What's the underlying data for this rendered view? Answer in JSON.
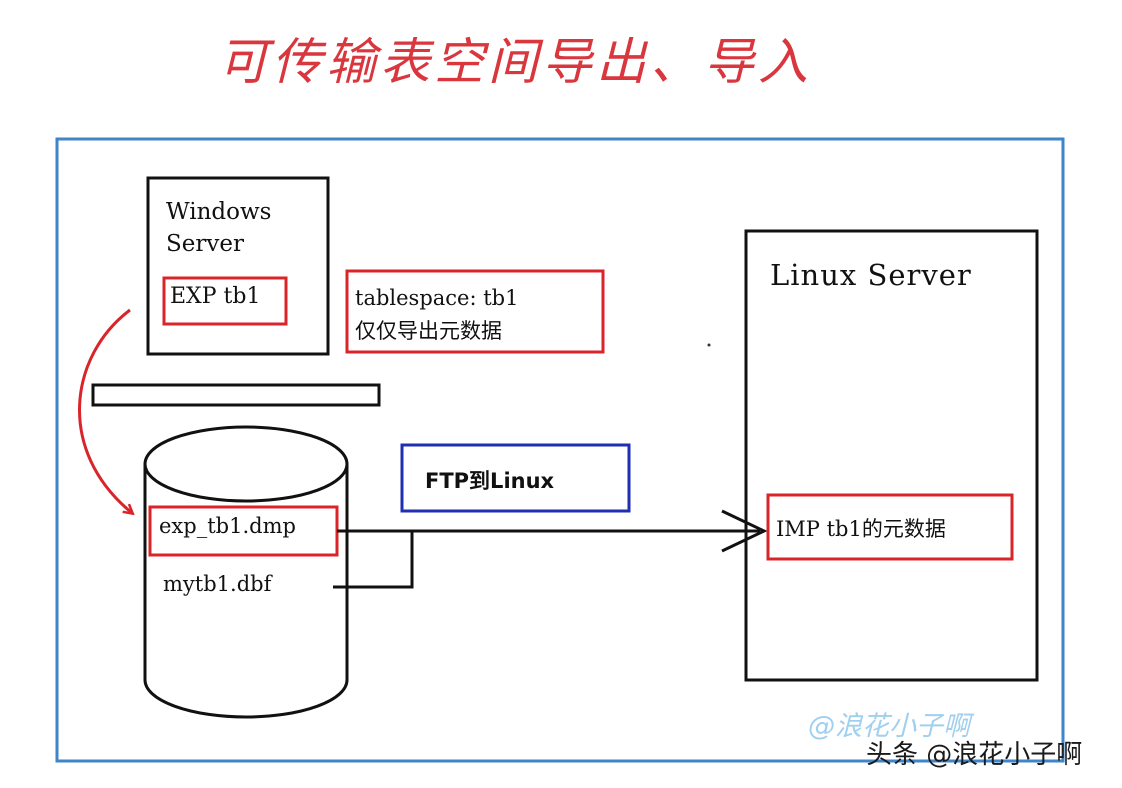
{
  "title": "可传输表空间导出、导入",
  "windows_server": {
    "line1": "Windows",
    "line2": "Server",
    "command": "EXP tb1"
  },
  "note": {
    "line1": "tablespace: tb1",
    "line2": "仅仅导出元数据"
  },
  "storage": {
    "file1": "exp_tb1.dmp",
    "file2": "mytb1.dbf"
  },
  "transfer_label": "FTP到Linux",
  "linux_server": {
    "title": "Linux Server",
    "command": "IMP tb1的元数据"
  },
  "watermark": {
    "faint": "@浪花小子啊",
    "credit": "头条 @浪花小子啊"
  },
  "colors": {
    "title": "#d9363e",
    "frame": "#3f86c9",
    "highlight": "#d9242a",
    "ftp_box": "#1f2fb3",
    "line": "#111111"
  }
}
